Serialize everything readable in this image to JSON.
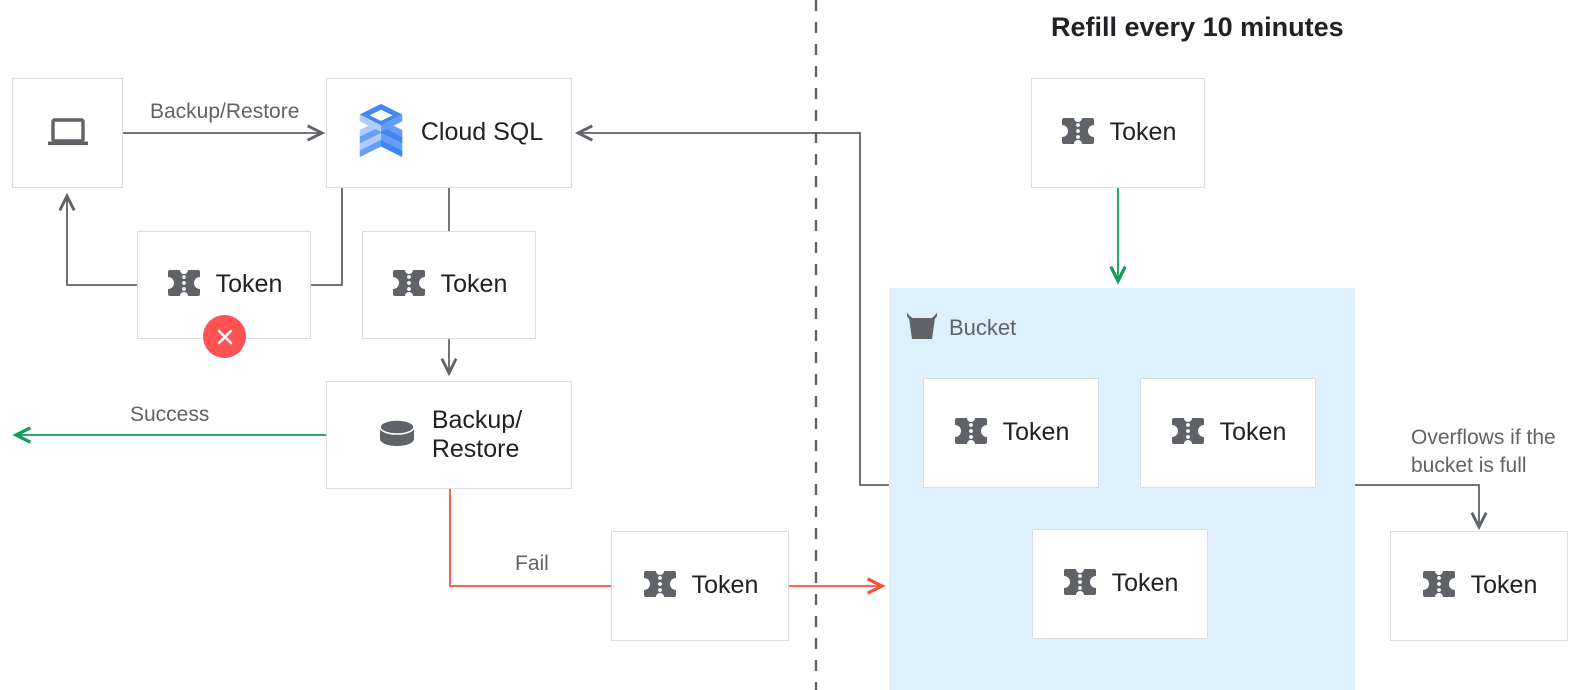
{
  "title": "Refill every 10 minutes",
  "colors": {
    "green": "#0f9d58",
    "red": "#f4523b",
    "gray_line": "#5f6368",
    "box_border": "#dadce0",
    "bucket_fill": "#dcf1fd",
    "fail_badge": "#ff5252",
    "cloudsql_blue": "#4285f4",
    "text": "#202124",
    "muted_text": "#5f6368"
  },
  "nodes": {
    "client": {
      "icon": "laptop-icon",
      "label": ""
    },
    "cloud_sql": {
      "icon": "cloud-sql-icon",
      "label": "Cloud SQL"
    },
    "token_failed": {
      "icon": "token-icon",
      "label": "Token",
      "badge": "error-x-badge"
    },
    "token_consumed": {
      "icon": "token-icon",
      "label": "Token"
    },
    "backup_restore": {
      "icon": "database-icon",
      "label": "Backup/\nRestore"
    },
    "token_fail_return": {
      "icon": "token-icon",
      "label": "Token"
    },
    "token_refill": {
      "icon": "token-icon",
      "label": "Token"
    },
    "bucket_token_1": {
      "icon": "token-icon",
      "label": "Token"
    },
    "bucket_token_2": {
      "icon": "token-icon",
      "label": "Token"
    },
    "bucket_token_3": {
      "icon": "token-icon",
      "label": "Token"
    },
    "token_overflow": {
      "icon": "token-icon",
      "label": "Token"
    }
  },
  "bucket": {
    "icon": "bucket-icon",
    "label": "Bucket"
  },
  "edge_labels": {
    "backup_restore": "Backup/Restore",
    "success": "Success",
    "fail": "Fail",
    "overflow": "Overflows if the\nbucket is full"
  }
}
